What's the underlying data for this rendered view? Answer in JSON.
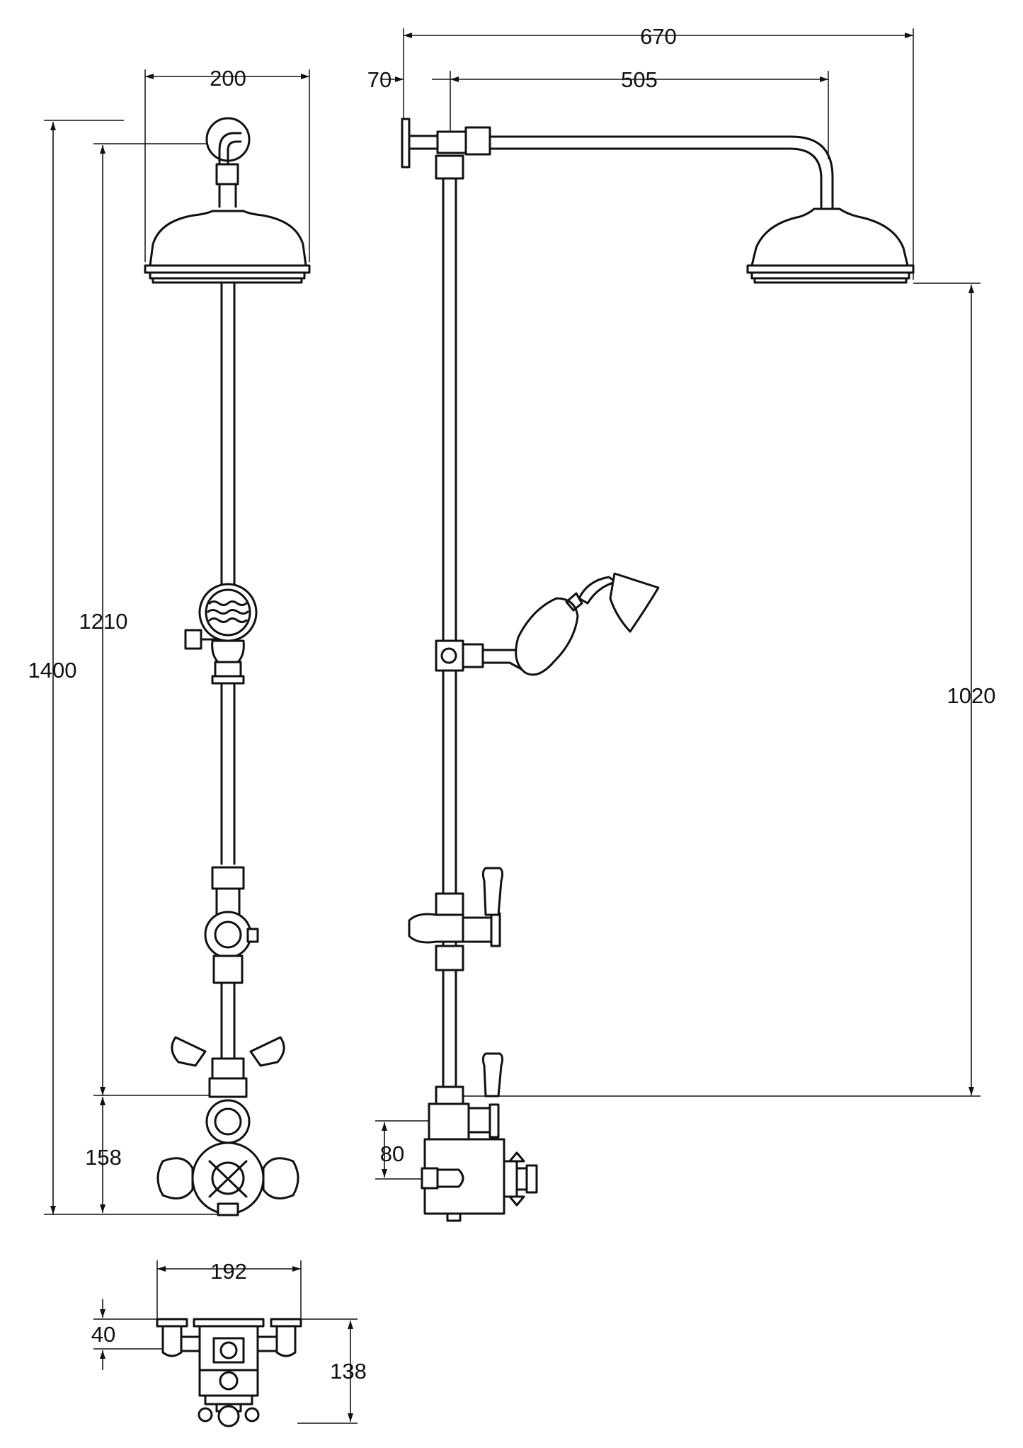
{
  "dimensions": {
    "d670": "670",
    "d200": "200",
    "d70": "70",
    "d505": "505",
    "d1210": "1210",
    "d1400": "1400",
    "d1020": "1020",
    "d158": "158",
    "d80": "80",
    "d192": "192",
    "d40": "40",
    "d138": "138"
  }
}
